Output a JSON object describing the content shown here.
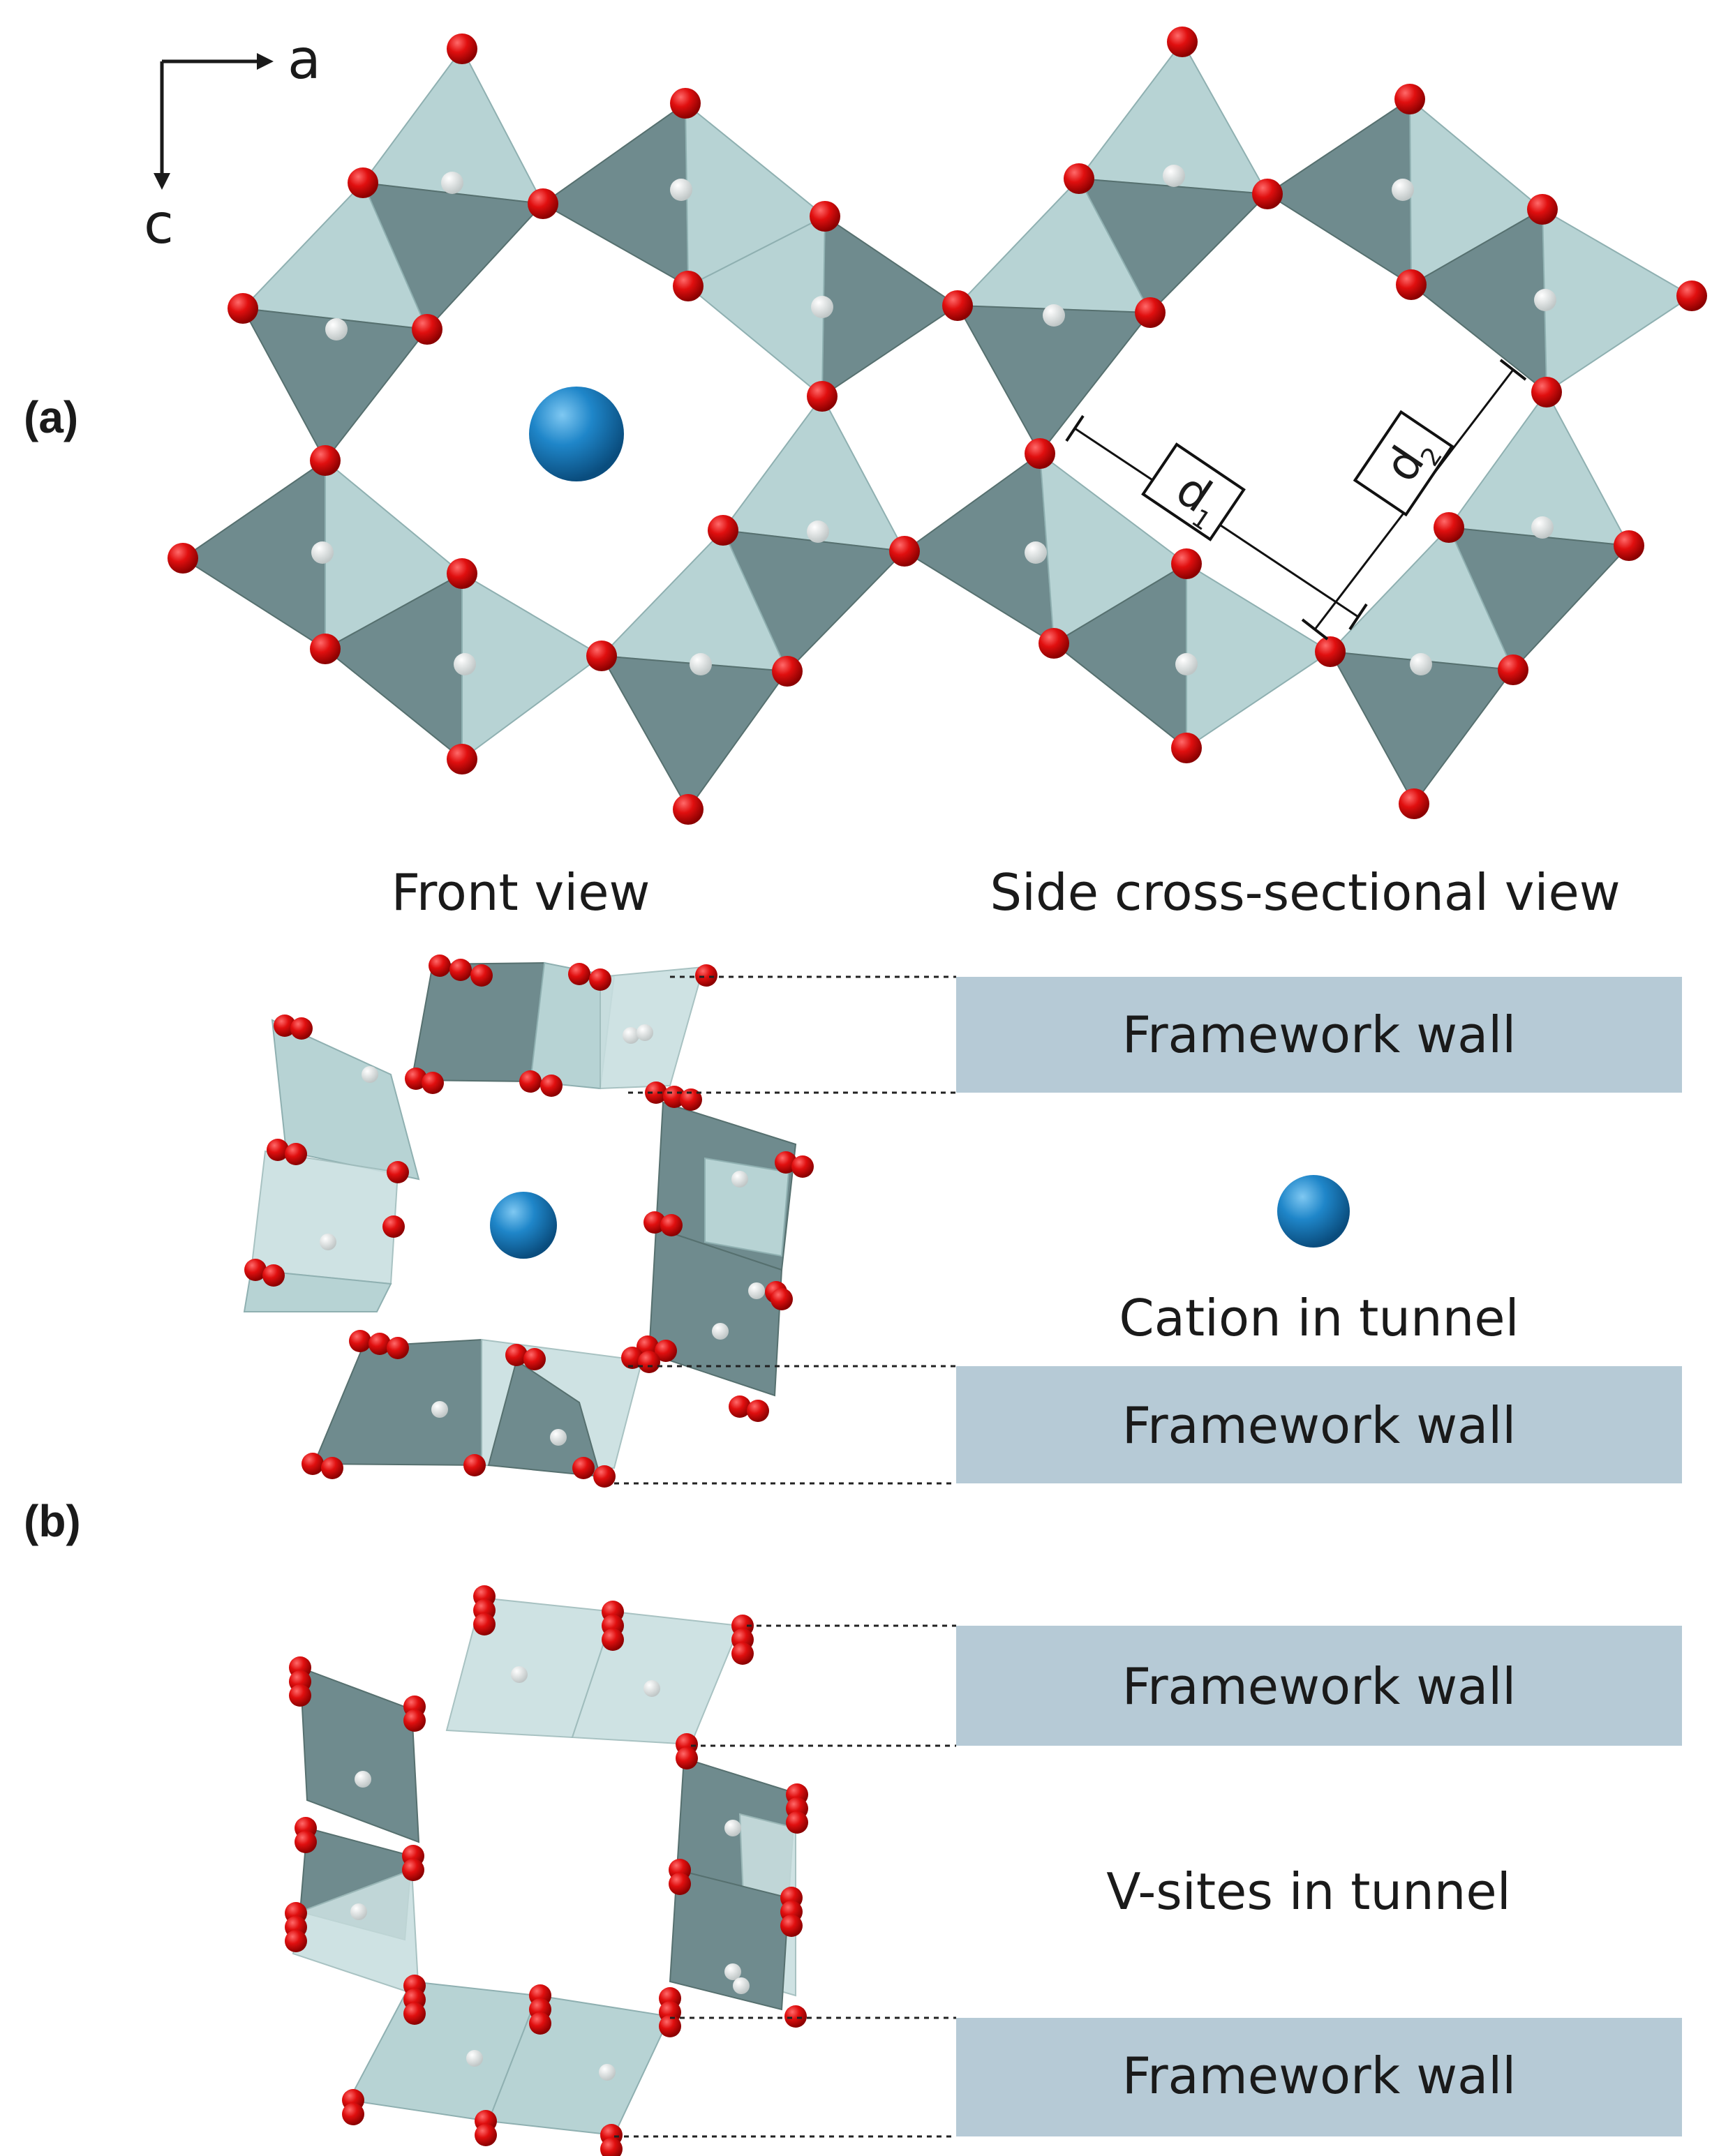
{
  "axes": {
    "horizontal": "a",
    "vertical": "c"
  },
  "panels": {
    "a": "(a)",
    "b": "(b)"
  },
  "panel_a": {
    "d1": "d",
    "d1_sub": "1",
    "d2": "d",
    "d2_sub": "2"
  },
  "views": {
    "front": "Front view",
    "side": "Side cross-sectional view"
  },
  "walls": {
    "w1": "Framework wall",
    "w2": "Framework wall",
    "w3": "Framework wall",
    "w4": "Framework wall"
  },
  "tunnel_labels": {
    "cation": "Cation in tunnel",
    "vsites": "V-sites in tunnel"
  },
  "colors": {
    "oxygen": "#d90f0f",
    "cation": "#1f86c9",
    "tetra_dark": "#6f8b8e",
    "tetra_light": "#b7d3d4",
    "wall": "#b6cad6"
  }
}
